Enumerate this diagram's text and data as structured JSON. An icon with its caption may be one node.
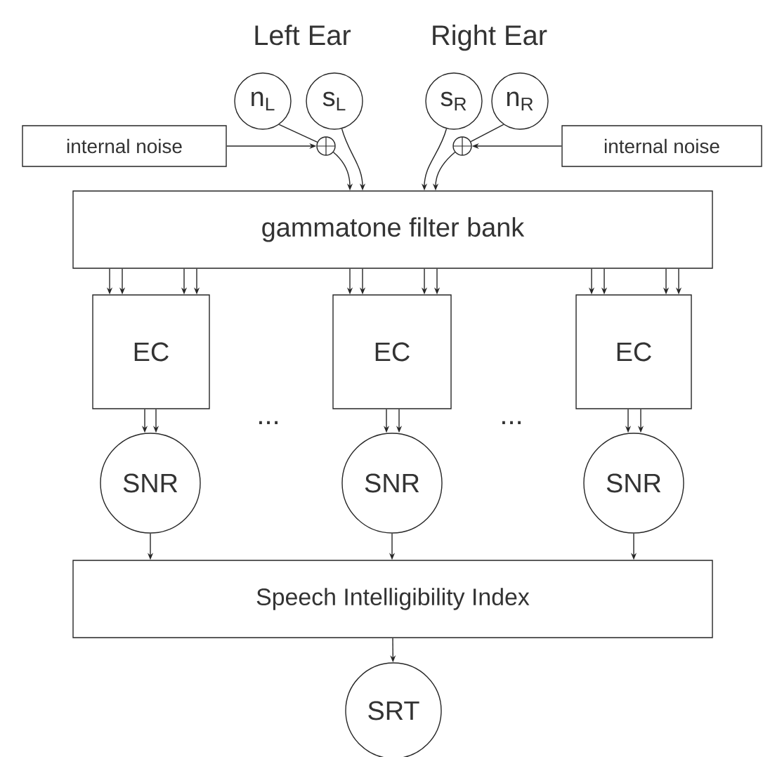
{
  "diagram": {
    "nodes": [
      {
        "text": [
          "n$_{L}$"
        ]
      },
      {
        "text": [
          "s$_{L}$"
        ]
      },
      {
        "text": [
          "s$_{R}$"
        ]
      },
      {
        "text": [
          "n$_{R}$"
        ]
      },
      {
        "text": [
          "internal noise"
        ]
      },
      {
        "text": [],
        "shape": "circle"
      },
      {
        "text": [],
        "shape": "circle"
      },
      {
        "text": [
          "internal noise"
        ]
      },
      {
        "text": [
          "gammatone filter bank"
        ]
      },
      {
        "text": [
          "EC"
        ]
      },
      {
        "text": [
          "EC"
        ]
      },
      {
        "text": [
          "EC"
        ]
      },
      {
        "text": [
          "SNR"
        ]
      },
      {
        "text": [
          "SNR"
        ]
      },
      {
        "text": [
          "SNR"
        ]
      },
      {
        "text": [
          "Speech Intelligibility Index"
        ]
      },
      {
        "text": [
          "SRT"
        ]
      }
    ],
    "edges": [
      {
        "from": 0,
        "to": 5,
        "arrow": "none"
      },
      {
        "from": 4,
        "to": 5,
        "arrow": "to"
      },
      {
        "from": 5,
        "to": 8,
        "arrow": "to"
      },
      {
        "from": 1,
        "to": 8,
        "arrow": "to"
      },
      {
        "from": 2,
        "to": 8,
        "arrow": "to"
      },
      {
        "from": 3,
        "to": 6,
        "arrow": "none"
      },
      {
        "from": 7,
        "to": 6,
        "arrow": "to"
      },
      {
        "from": 6,
        "to": 8,
        "arrow": "to"
      },
      {
        "from": 8,
        "to": 9,
        "arrow": "to"
      },
      {
        "from": 8,
        "to": 9,
        "arrow": "to"
      },
      {
        "from": 8,
        "to": 9,
        "arrow": "to"
      },
      {
        "from": 8,
        "to": 9,
        "arrow": "to"
      },
      {
        "from": 8,
        "to": 10,
        "arrow": "to"
      },
      {
        "from": 8,
        "to": 10,
        "arrow": "to"
      },
      {
        "from": 8,
        "to": 10,
        "arrow": "to"
      },
      {
        "from": 8,
        "to": 10,
        "arrow": "to"
      },
      {
        "from": 8,
        "to": 11,
        "arrow": "to"
      },
      {
        "from": 8,
        "to": 11,
        "arrow": "to"
      },
      {
        "from": 8,
        "to": 11,
        "arrow": "to"
      },
      {
        "from": 8,
        "to": 11,
        "arrow": "to"
      },
      {
        "from": 9,
        "to": 12,
        "arrow": "to"
      },
      {
        "from": 9,
        "to": 12,
        "arrow": "to"
      },
      {
        "from": 10,
        "to": 13,
        "arrow": "to"
      },
      {
        "from": 10,
        "to": 13,
        "arrow": "to"
      },
      {
        "from": 11,
        "to": 14,
        "arrow": "to"
      },
      {
        "from": 11,
        "to": 14,
        "arrow": "to"
      },
      {
        "from": 12,
        "to": 15,
        "arrow": "to"
      },
      {
        "from": 13,
        "to": 15,
        "arrow": "to"
      },
      {
        "from": 14,
        "to": 15,
        "arrow": "to"
      },
      {
        "from": 15,
        "to": 16,
        "arrow": "to"
      }
    ],
    "labels": [
      "Left Ear",
      "Right Ear",
      "...",
      "..."
    ]
  }
}
